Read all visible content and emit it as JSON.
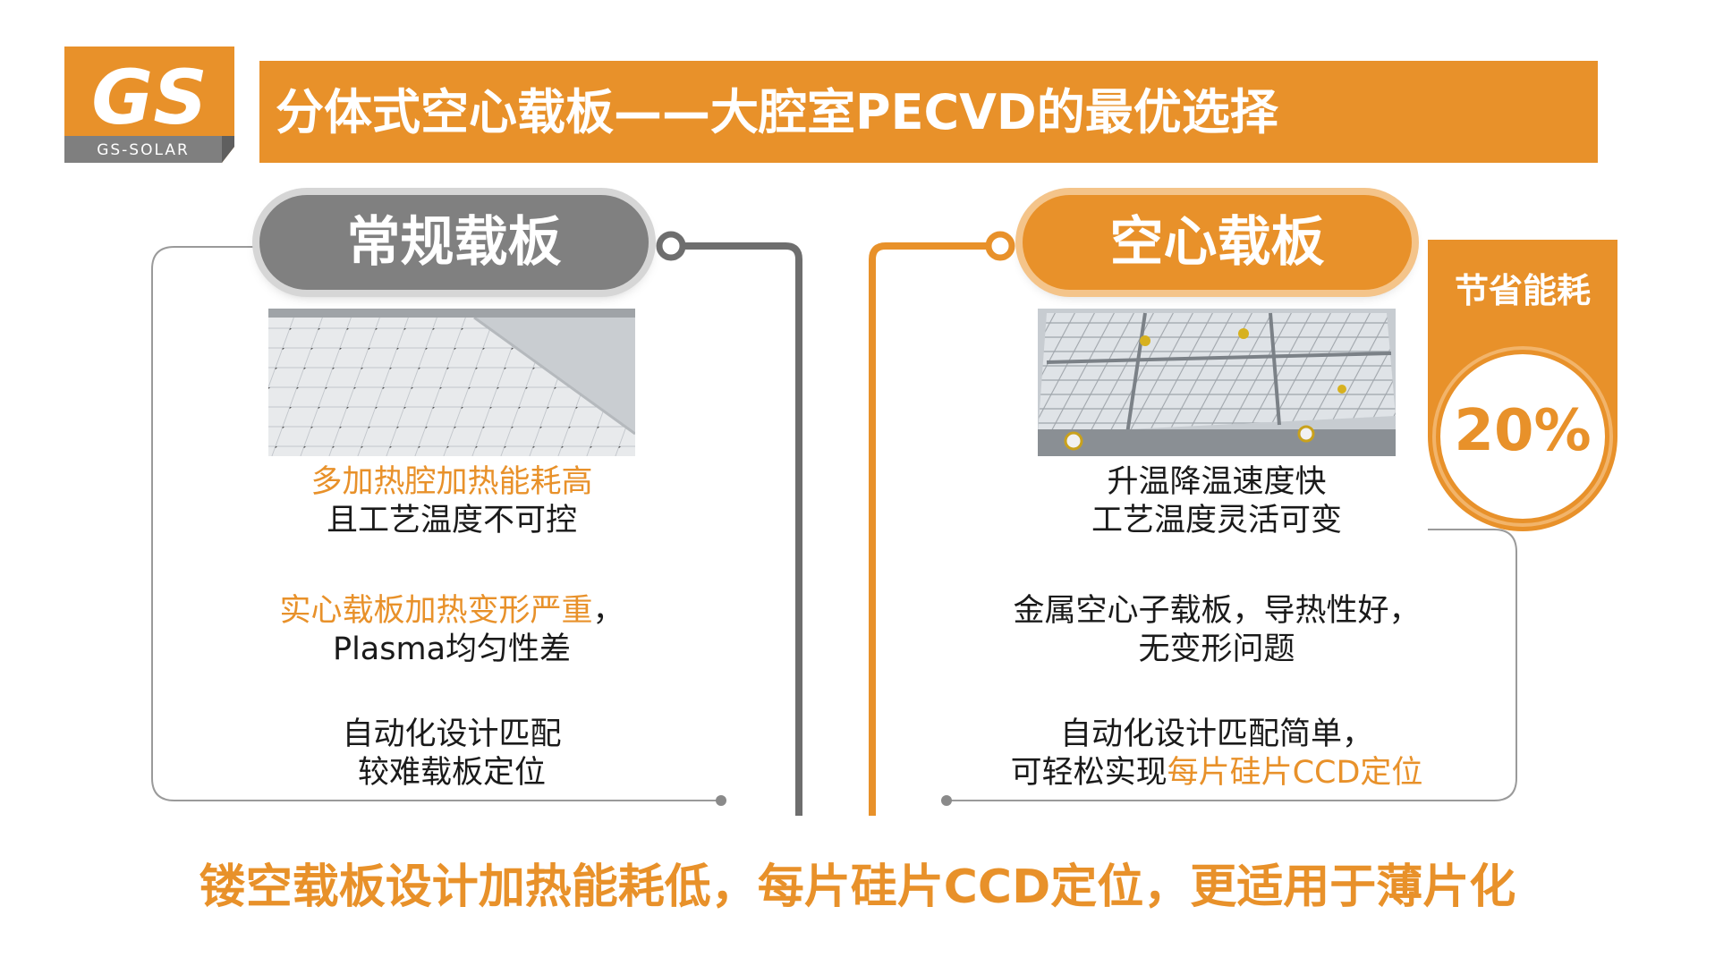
{
  "logo": {
    "mark": "GS",
    "name": "GS-SOLAR"
  },
  "title": "分体式空心载板——大腔室PECVD的最优选择",
  "left_card": {
    "heading": "常规载板",
    "image": "conventional-carrier-photo",
    "lines": [
      {
        "text": "多加热腔加热能耗高",
        "highlight": true
      },
      {
        "text": "且工艺温度不可控",
        "highlight": false
      },
      {
        "text": "实心载板加热变形严重",
        "highlight": true,
        "suffix": "，"
      },
      {
        "text": "Plasma均匀性差",
        "highlight": false
      },
      {
        "text": "自动化设计匹配",
        "highlight": false
      },
      {
        "text": "较难载板定位",
        "highlight": false
      }
    ]
  },
  "right_card": {
    "heading": "空心载板",
    "image": "hollow-carrier-photo",
    "lines": [
      {
        "text": "升温降温速度快",
        "highlight": false
      },
      {
        "text": "工艺温度灵活可变",
        "highlight": false
      },
      {
        "text": "金属空心子载板，导热性好，",
        "highlight": false
      },
      {
        "text": "无变形问题",
        "highlight": false
      },
      {
        "text": "自动化设计匹配简单，",
        "highlight": false
      },
      {
        "text": "可轻松实现",
        "highlight": false,
        "highlight_part": "每片硅片CCD定位"
      }
    ]
  },
  "badge": {
    "label": "节省能耗",
    "value": "20%"
  },
  "footer": "镂空载板设计加热能耗低，每片硅片CCD定位，更适用于薄片化",
  "colors": {
    "accent": "#E8912A",
    "gray": "#808080",
    "text": "#1a1a1a"
  }
}
